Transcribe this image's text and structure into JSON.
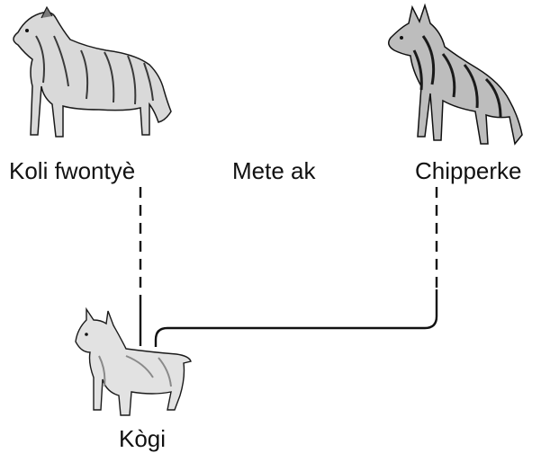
{
  "labels": {
    "top_left": "Koli fwontyè",
    "middle": "Mete ak",
    "top_right": "Chipperke",
    "bottom": "Kògi"
  },
  "illustrations": {
    "top_left": "dog-collie-icon",
    "top_right": "dog-schipperke-icon",
    "bottom": "dog-corgi-icon"
  },
  "colors": {
    "line": "#111111",
    "ink": "#1a1a1a",
    "shade": "#8a8a8a"
  }
}
